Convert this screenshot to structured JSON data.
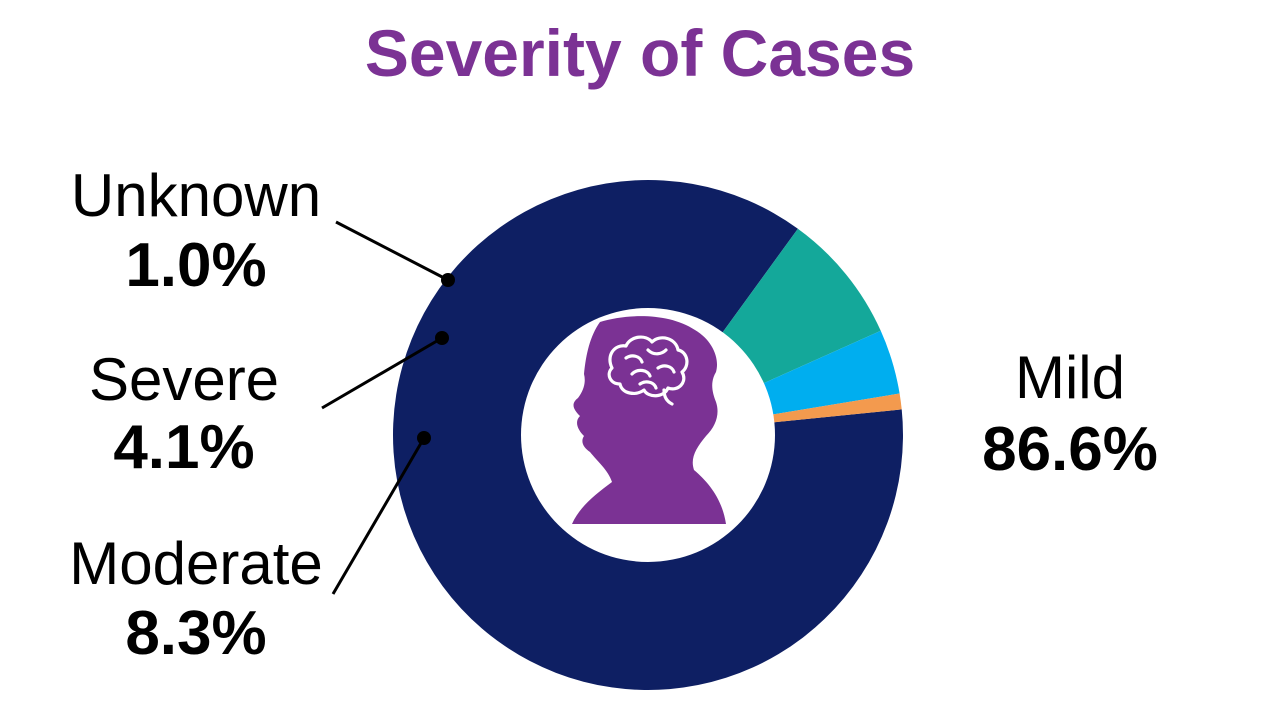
{
  "chart_data": {
    "type": "pie",
    "title": "Severity of Cases",
    "categories": [
      "Mild",
      "Moderate",
      "Severe",
      "Unknown"
    ],
    "values": [
      86.6,
      8.3,
      4.1,
      1.0
    ],
    "value_labels": [
      "86.6%",
      "8.3%",
      "4.1%",
      "1.0%"
    ],
    "unit": "%",
    "donut": true,
    "center_icon": "head-with-brain-icon",
    "legend": "none"
  },
  "colors": {
    "title": "#7b3294",
    "slices": [
      "#0e1f63",
      "#14a89a",
      "#00aeef",
      "#f39a4e"
    ],
    "icon": "#7b3294",
    "icon_brain": "#ffffff",
    "leader_line": "#000000"
  }
}
